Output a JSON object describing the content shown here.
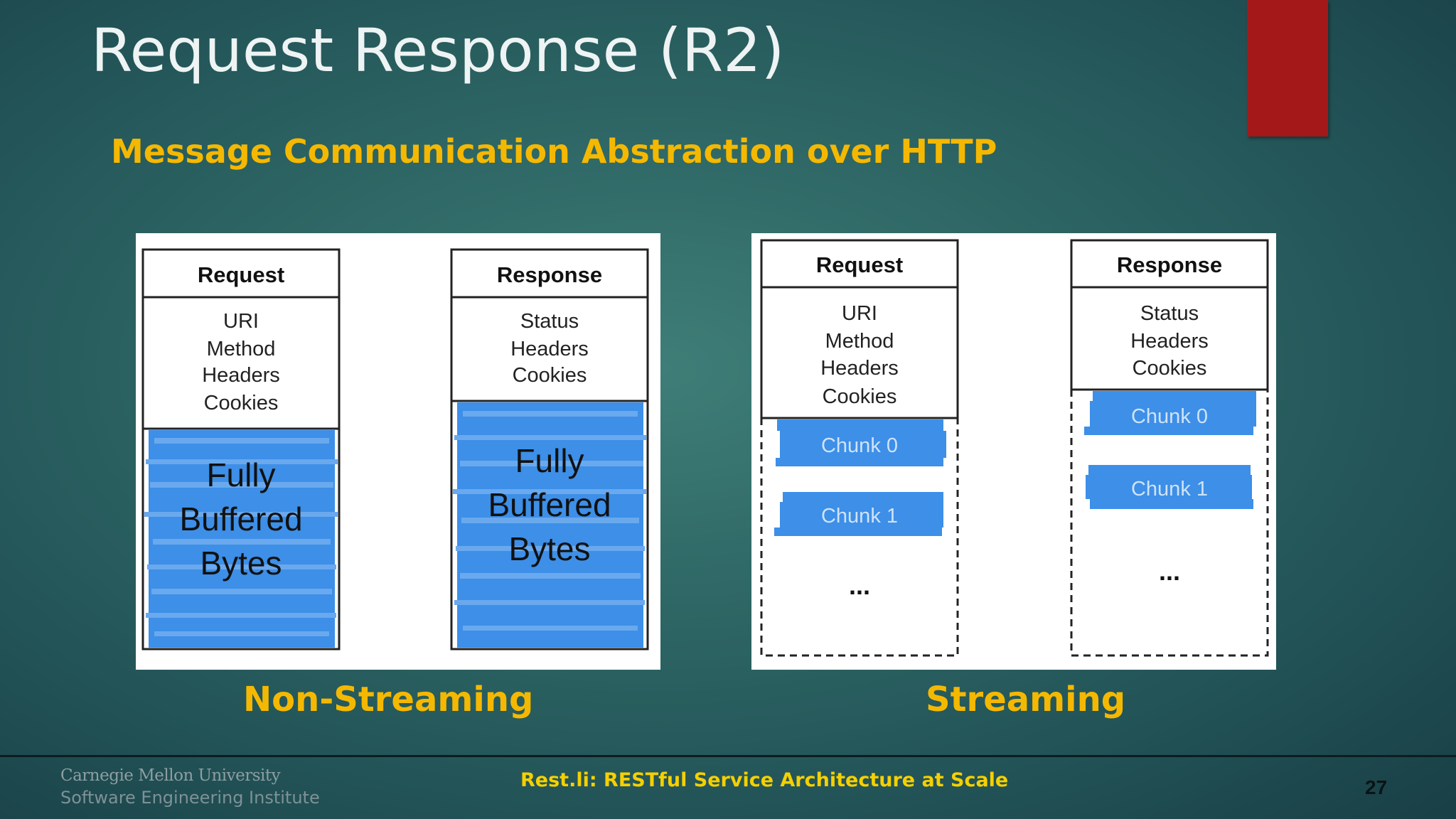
{
  "slide": {
    "title": "Request Response (R2)",
    "subtitle": "Message Communication Abstraction over HTTP",
    "page_number": "27"
  },
  "diagram_left": {
    "caption": "Non-Streaming",
    "request": {
      "header": "Request",
      "fields": [
        "URI",
        "Method",
        "Headers",
        "Cookies"
      ],
      "body": [
        "Fully",
        "Buffered",
        "Bytes"
      ]
    },
    "response": {
      "header": "Response",
      "fields": [
        "Status",
        "Headers",
        "Cookies"
      ],
      "body": [
        "Fully",
        "Buffered",
        "Bytes"
      ]
    }
  },
  "diagram_right": {
    "caption": "Streaming",
    "request": {
      "header": "Request",
      "fields": [
        "URI",
        "Method",
        "Headers",
        "Cookies"
      ],
      "chunks": [
        "Chunk 0",
        "Chunk 1"
      ],
      "ellipsis": "..."
    },
    "response": {
      "header": "Response",
      "fields": [
        "Status",
        "Headers",
        "Cookies"
      ],
      "chunks": [
        "Chunk 0",
        "Chunk 1"
      ],
      "ellipsis": "..."
    }
  },
  "footer": {
    "institution": "Carnegie Mellon University",
    "institute": "Software Engineering Institute",
    "talk_title": "Rest.li: RESTful Service Architecture at Scale"
  },
  "colors": {
    "accent": "#f5b800",
    "red_bar": "#a5181a",
    "blue_bytes": "#3d8fe8",
    "chunk_text": "#cfe3f7"
  }
}
